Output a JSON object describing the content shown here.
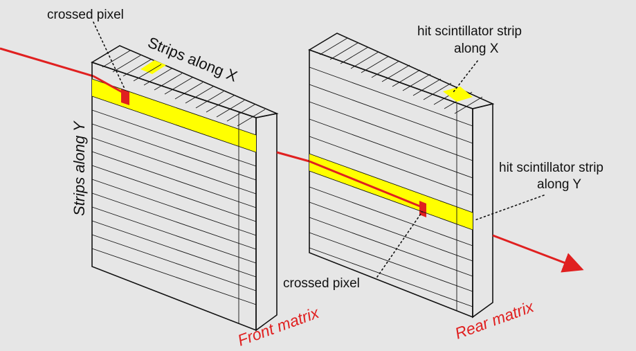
{
  "labels": {
    "front_crossed_pixel": "crossed pixel",
    "strips_along_x": "Strips along X",
    "strips_along_y": "Strips along Y",
    "front_matrix": "Front matrix",
    "rear_hit_strip_x_line1": "hit scintillator strip",
    "rear_hit_strip_x_line2": "along X",
    "rear_hit_strip_y_line1": "hit scintillator strip",
    "rear_hit_strip_y_line2": "along Y",
    "rear_crossed_pixel": "crossed pixel",
    "rear_matrix": "Rear matrix"
  },
  "colors": {
    "background": "#e6e6e6",
    "strip": "#ffffff",
    "hit_strip": "#ffff00",
    "pixel": "#e02020",
    "beam": "#e02020",
    "outline": "#111111"
  }
}
